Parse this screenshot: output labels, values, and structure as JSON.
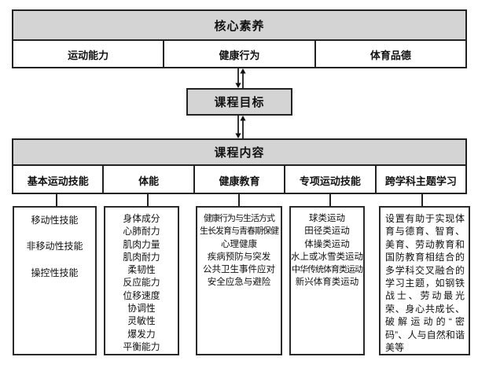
{
  "colors": {
    "header_fill": "#d4d4d4",
    "border": "#222222",
    "background": "#ffffff",
    "text": "#111111"
  },
  "top_table": {
    "title": "核心素养",
    "cells": [
      "运动能力",
      "健康行为",
      "体育品德"
    ]
  },
  "goal_box": {
    "label": "课程目标"
  },
  "content_table": {
    "title": "课程内容",
    "columns": [
      "基本运动技能",
      "体能",
      "健康教育",
      "专项运动技能",
      "跨学科主题学习"
    ]
  },
  "detail_boxes": {
    "basic_motor_skills": {
      "items": [
        "移动性技能",
        "非移动性技能",
        "操控性技能"
      ]
    },
    "physical_fitness": {
      "items": [
        "身体成分",
        "心肺耐力",
        "肌肉力量",
        "肌肉耐力",
        "柔韧性",
        "反应能力",
        "位移速度",
        "协调性",
        "灵敏性",
        "爆发力",
        "平衡能力"
      ]
    },
    "health_education": {
      "items": [
        "健康行为与生活方式",
        "生长发育与青春期保健",
        "心理健康",
        "疾病预防与突发",
        "公共卫生事件应对",
        "安全应急与避险"
      ]
    },
    "specialized_sports_skills": {
      "items": [
        "球类运动",
        "田径类运动",
        "体操类运动",
        "水上或冰雪类运动",
        "中华传统体育类运动",
        "新兴体育类运动"
      ]
    },
    "interdisciplinary_learning": {
      "text": "设置有助于实现体育与德育、智育、美育、劳动教育和国防教育相结合的多学科交叉融合的学习主题，如钢铁战士、劳动最光荣、身心共成长、破解运动的“密码”、人与自然和谐美等"
    }
  },
  "icons": {
    "arrow_between_levels": "bidirectional-vertical-arrow"
  }
}
